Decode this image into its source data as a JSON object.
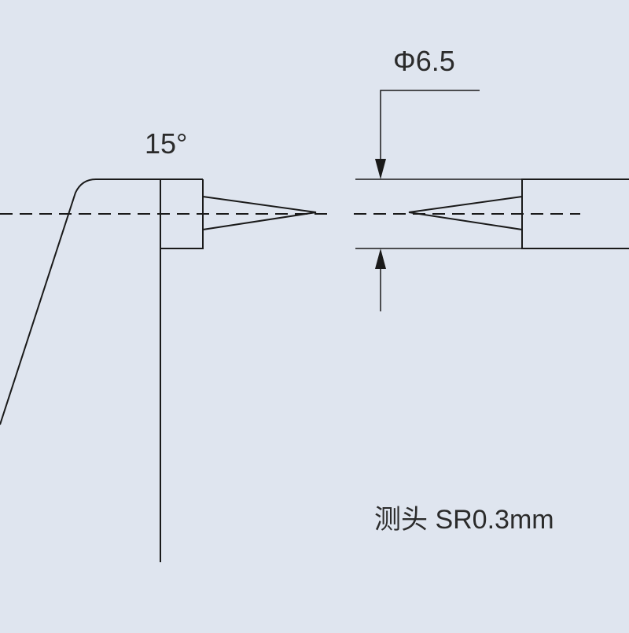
{
  "colors": {
    "background": "#dfe5ef",
    "line": "#1a1a1a",
    "text": "#2b2b2b"
  },
  "labels": {
    "diameter": "Φ6.5",
    "angle": "15°",
    "probe_note": "测头 SR0.3mm"
  }
}
